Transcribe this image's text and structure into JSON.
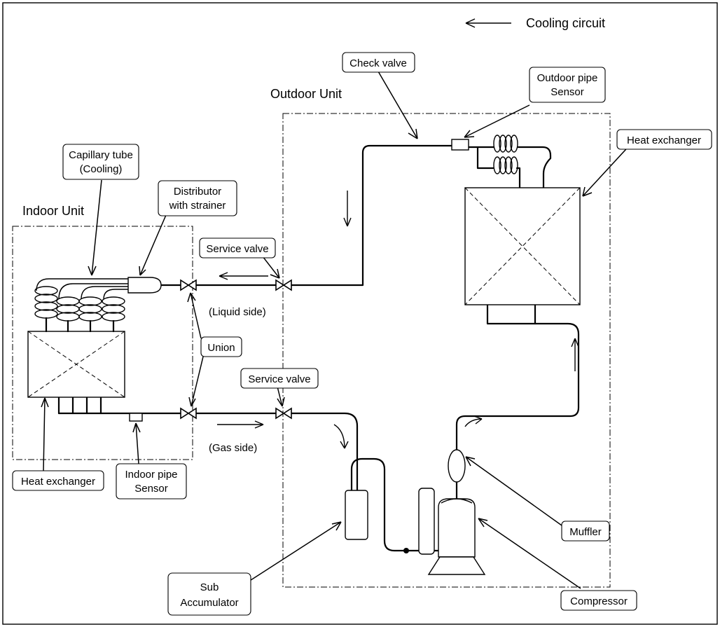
{
  "legend": {
    "text": "Cooling circuit"
  },
  "units": {
    "indoor": "Indoor Unit",
    "outdoor": "Outdoor Unit"
  },
  "labels": {
    "check_valve": "Check valve",
    "outdoor_pipe_sensor_1": "Outdoor pipe",
    "outdoor_pipe_sensor_2": "Sensor",
    "heat_exchanger_outdoor": "Heat exchanger",
    "capillary_tube_1": "Capillary tube",
    "capillary_tube_2": "(Cooling)",
    "distributor_1": "Distributor",
    "distributor_2": "with strainer",
    "service_valve_liquid": "Service valve",
    "liquid_side": "(Liquid side)",
    "union": "Union",
    "service_valve_gas": "Service valve",
    "gas_side": "(Gas side)",
    "heat_exchanger_indoor": "Heat exchanger",
    "indoor_pipe_sensor_1": "Indoor pipe",
    "indoor_pipe_sensor_2": "Sensor",
    "muffler": "Muffler",
    "sub_accumulator_1": "Sub",
    "sub_accumulator_2": "Accumulator",
    "compressor": "Compressor"
  }
}
